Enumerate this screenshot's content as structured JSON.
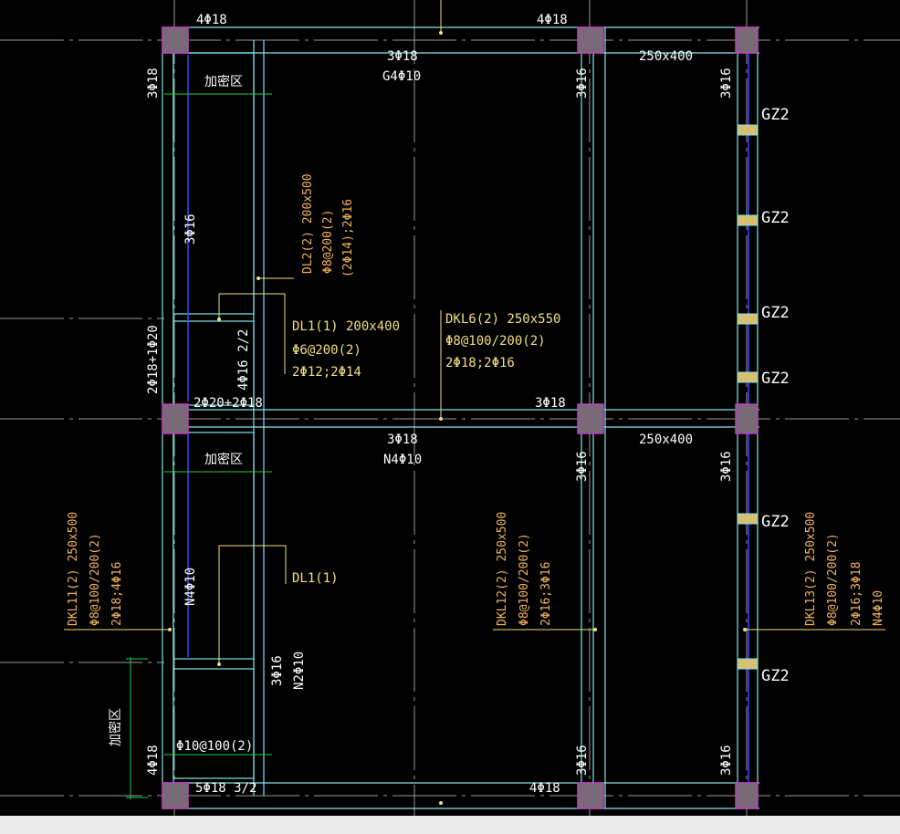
{
  "colors": {
    "background": "#000000",
    "grid_axis": "#9a9a9a",
    "beam_outline": "#7fe6ea",
    "column_fill": "#7a6a78",
    "column_stroke": "#c040c0",
    "annotation_yellow": "#f0e080",
    "annotation_orange": "#f4b45c",
    "dimension_green": "#20d040",
    "rebar_blue": "#3050ff",
    "gz_fill": "#d8c070",
    "footer": "#ebebeb"
  },
  "labels": {
    "top_left_rebar": "4Φ18",
    "top_mid_rebar": "4Φ18",
    "top_span_a": "3Φ18",
    "top_span_b": "G4Φ10",
    "top_right_size": "250x400",
    "left_col_top": "3Φ18",
    "left_dense_top": "加密区",
    "left_inner": "3Φ16",
    "col_mid_top": "3Φ16",
    "col_right_top": "3Φ16",
    "gz": [
      "GZ2",
      "GZ2",
      "GZ2",
      "GZ2",
      "GZ2",
      "GZ2"
    ],
    "dl2": [
      "DL2(2) 200x500",
      "Φ8@200(2)",
      "(2Φ14);2Φ16"
    ],
    "dl1a": [
      "DL1(1) 200x400",
      "Φ6@200(2)",
      "2Φ12;2Φ14"
    ],
    "dkl6": [
      "DKL6(2) 250x550",
      "Φ8@100/200(2)",
      "2Φ18;2Φ16"
    ],
    "left_mid_v": "2Φ18+1Φ20",
    "inner_4phi16": "4Φ16 2/2",
    "mid_left_rebar": "2Φ20+2Φ18",
    "mid_right_rebar": "3Φ18",
    "mid_span_a": "3Φ18",
    "mid_span_b": "N4Φ10",
    "mid_right_size": "250x400",
    "left_dense_mid": "加密区",
    "col_mid_mid": "3Φ16",
    "col_right_mid": "3Φ16",
    "n4_left": "N4Φ10",
    "dl1b": "DL1(1)",
    "dkl11": [
      "DKL11(2) 250x500",
      "Φ8@100/200(2)",
      "2Φ18;4Φ16"
    ],
    "dkl12": [
      "DKL12(2) 250x500",
      "Φ8@100/200(2)",
      "2Φ16;3Φ16"
    ],
    "dkl13": [
      "DKL13(2) 250x500",
      "Φ8@100/200(2)",
      "2Φ16;3Φ18",
      "N4Φ10"
    ],
    "lower_3phi16": "3Φ16",
    "lower_n2": "N2Φ10",
    "dense_dim": "加密区",
    "stirrup_label": "Φ10@100(2)",
    "left_col_bot": "4Φ18",
    "bot_left_rebar": "5Φ18 3/2",
    "bot_mid_rebar": "4Φ18",
    "col_mid_bot": "3Φ16",
    "col_right_bot": "3Φ16"
  }
}
